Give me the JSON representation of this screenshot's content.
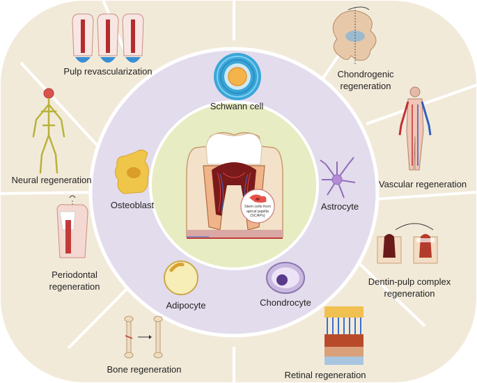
{
  "outer_ring": {
    "pulp_revascularization": "Pulp revascularization",
    "chondrogenic_regeneration": [
      "Chondrogenic",
      "regeneration"
    ],
    "neural_regeneration": "Neural regeneration",
    "vascular_regeneration": "Vascular regeneration",
    "periodontal_regeneration": [
      "Periodontal",
      "regeneration"
    ],
    "dentin_pulp_regeneration": [
      "Dentin-pulp complex",
      "regeneration"
    ],
    "bone_regeneration": "Bone regeneration",
    "retinal_regeneration": "Retinal regeneration"
  },
  "middle_ring": {
    "schwann_cell": "Schwann cell",
    "osteoblast": "Osteoblast",
    "astrocyte": "Astrocyte",
    "adipocyte": "Adipocyte",
    "chondrocyte": "Chondrocyte"
  },
  "center": {
    "scap_label": [
      "Stem cells from",
      "apical papilla",
      "(SCAPs)"
    ]
  },
  "colors": {
    "outer_ring": "#f2ead9",
    "middle_ring": "#e3dced",
    "center": "#e7ecc2",
    "divider": "#ffffff"
  },
  "icons": [
    "tooth-pulp-icon",
    "knee-joint-icon",
    "nervous-system-icon",
    "vascular-system-icon",
    "periodontal-tooth-icon",
    "dentin-pulp-tooth-icon",
    "bone-icon",
    "retina-layers-icon",
    "schwann-cell-icon",
    "osteoblast-icon",
    "astrocyte-icon",
    "adipocyte-icon",
    "chondrocyte-icon",
    "tooth-cross-section-icon",
    "scap-cell-icon"
  ]
}
